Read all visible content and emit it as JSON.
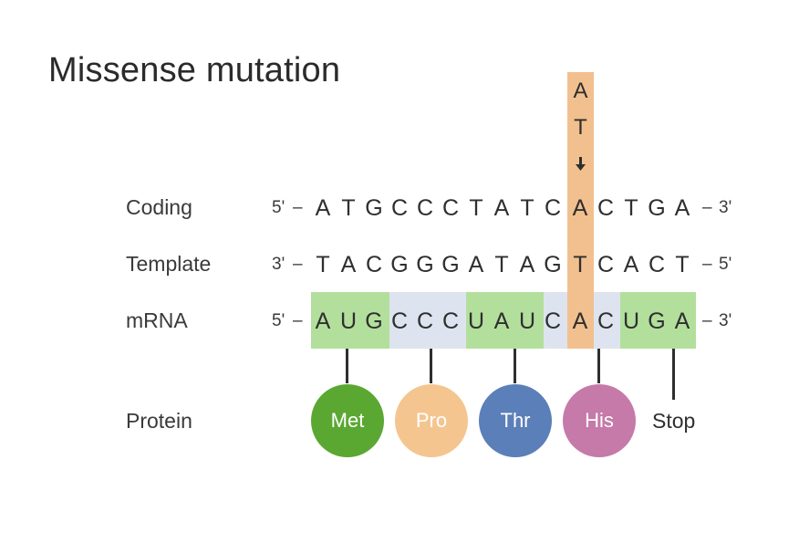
{
  "title": "Missense mutation",
  "rows": {
    "coding": {
      "label": "Coding",
      "start": "5'",
      "end": "3'",
      "bases": [
        "A",
        "T",
        "G",
        "C",
        "C",
        "C",
        "T",
        "A",
        "T",
        "C",
        "A",
        "C",
        "T",
        "G",
        "A"
      ]
    },
    "template": {
      "label": "Template",
      "start": "3'",
      "end": "5'",
      "bases": [
        "T",
        "A",
        "C",
        "G",
        "G",
        "G",
        "A",
        "T",
        "A",
        "G",
        "T",
        "C",
        "A",
        "C",
        "T"
      ]
    },
    "mrna": {
      "label": "mRNA",
      "start": "5'",
      "end": "3'",
      "bases": [
        "A",
        "U",
        "G",
        "C",
        "C",
        "C",
        "U",
        "A",
        "U",
        "C",
        "A",
        "C",
        "U",
        "G",
        "A"
      ]
    }
  },
  "mutation": {
    "original_top": "A",
    "original_bottom": "T",
    "position_index": 10
  },
  "protein": {
    "label": "Protein",
    "amino_acids": [
      {
        "name": "Met",
        "color": "#5aa832"
      },
      {
        "name": "Pro",
        "color": "#f5c590"
      },
      {
        "name": "Thr",
        "color": "#5b7fb8"
      },
      {
        "name": "His",
        "color": "#c57aa9"
      }
    ],
    "stop": "Stop"
  },
  "colors": {
    "codon_green": "#b3df9d",
    "codon_gray": "#dde4ef",
    "mutation_highlight": "#f2c08e"
  }
}
